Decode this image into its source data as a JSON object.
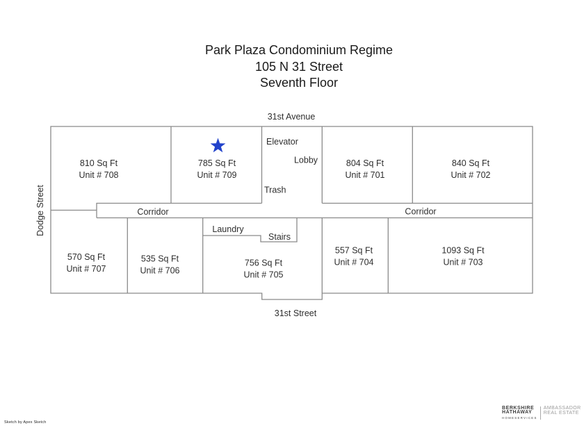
{
  "title": {
    "line1": "Park Plaza Condominium Regime",
    "line2": "105 N 31 Street",
    "line3": "Seventh Floor"
  },
  "streets": {
    "top": "31st Avenue",
    "left": "Dodge Street",
    "bottom": "31st Street"
  },
  "units": {
    "u708": {
      "area": "810 Sq Ft",
      "label": "Unit # 708"
    },
    "u709": {
      "area": "785 Sq Ft",
      "label": "Unit # 709"
    },
    "u701": {
      "area": "804 Sq Ft",
      "label": "Unit # 701"
    },
    "u702": {
      "area": "840 Sq Ft",
      "label": "Unit # 702"
    },
    "u707": {
      "area": "570 Sq Ft",
      "label": "Unit # 707"
    },
    "u706": {
      "area": "535 Sq Ft",
      "label": "Unit # 706"
    },
    "u705": {
      "area": "756 Sq Ft",
      "label": "Unit # 705"
    },
    "u704": {
      "area": "557 Sq Ft",
      "label": "Unit # 704"
    },
    "u703": {
      "area": "1093 Sq Ft",
      "label": "Unit # 703"
    }
  },
  "common_areas": {
    "elevator": "Elevator",
    "lobby": "Lobby",
    "trash": "Trash",
    "corridor_left": "Corridor",
    "corridor_right": "Corridor",
    "laundry": "Laundry",
    "stairs": "Stairs"
  },
  "marker": {
    "starred_unit": "709",
    "color": "#2243cb"
  },
  "credits": {
    "sketch": "Sketch by Apex Sketch"
  },
  "brand": {
    "name_line1": "BERKSHIRE",
    "name_line2": "HATHAWAY",
    "name_line3": "HOMESERVICES",
    "partner_line1": "AMBASSADOR",
    "partner_line2": "REAL ESTATE"
  },
  "colors": {
    "background": "#ffffff",
    "wall": "#8a8a8a",
    "label_text": "#2e2e2e",
    "title_text": "#1a1a1a",
    "star": "#2243cb",
    "brand_dark": "#3d3d3d",
    "brand_gray": "#9b9b9b"
  }
}
